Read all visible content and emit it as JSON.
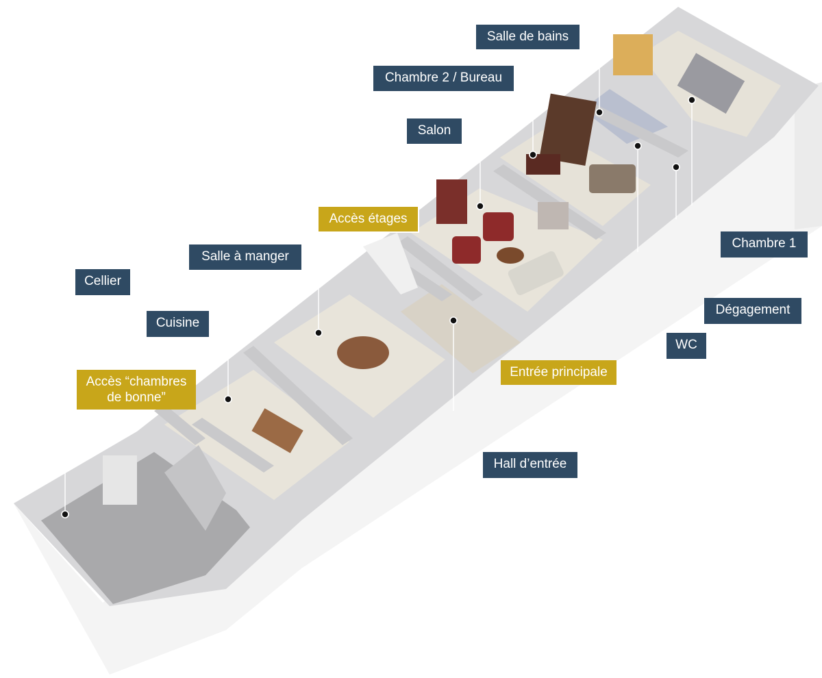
{
  "labels": {
    "salle_de_bains": "Salle de bains",
    "chambre_2_bureau": "Chambre 2 / Bureau",
    "salon": "Salon",
    "acces_etages": "Accès étages",
    "salle_a_manger": "Salle à manger",
    "cellier": "Cellier",
    "cuisine": "Cuisine",
    "acces_chambres_de_bonne": [
      "Accès “chambres",
      "de bonne”"
    ],
    "chambre_1": "Chambre 1",
    "degagement": "Dégagement",
    "wc": "WC",
    "entree_principale": "Entrée principale",
    "hall_d_entree": "Hall d’entrée"
  },
  "colors": {
    "room_label": "#2f4a63",
    "access_label": "#c8a61a",
    "label_text": "#ffffff",
    "wall_top": "#e2e2e4",
    "wall_side": "#f2f2f2",
    "floor": "#e7e3da",
    "cellier_floor": "#a8a8aa",
    "bath_floor": "#b9bfcf"
  },
  "icons": [
    "pin-marker",
    "staircase",
    "dining-table",
    "armchair",
    "sofa",
    "bed",
    "wardrobe",
    "bookcase",
    "fireplace"
  ]
}
